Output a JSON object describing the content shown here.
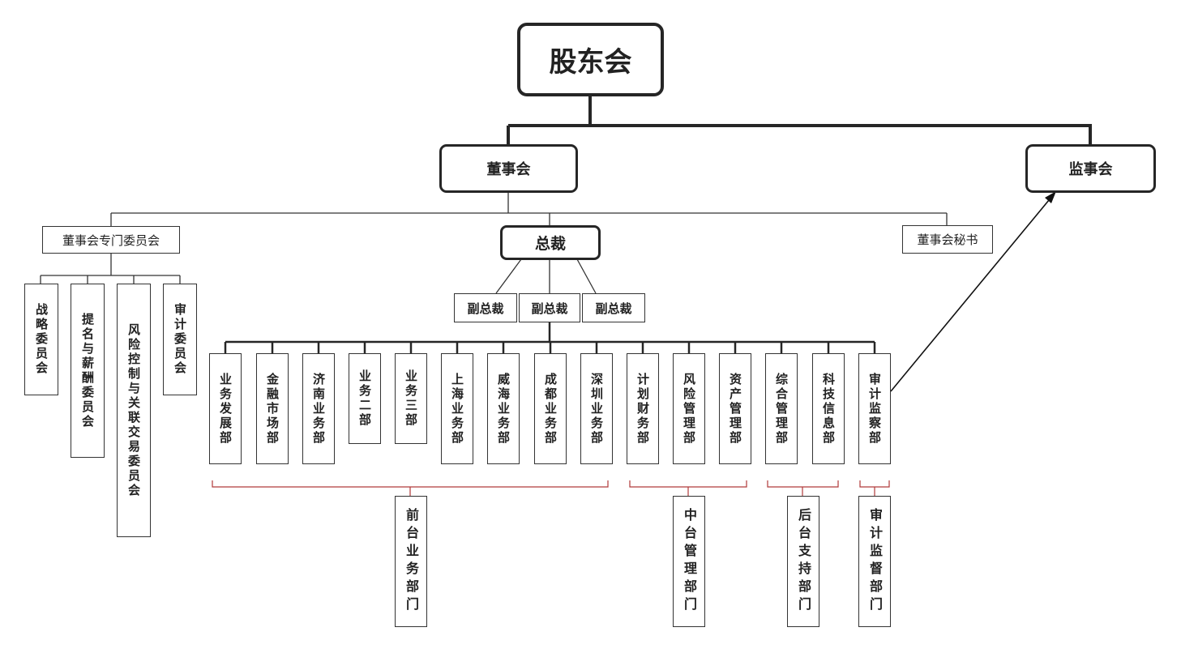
{
  "top": "股东会",
  "board": "董事会",
  "supervisory_board": "监事会",
  "board_committees": "董事会专门委员会",
  "board_secretary": "董事会秘书",
  "president": "总裁",
  "vice_presidents": [
    "副总裁",
    "副总裁",
    "副总裁"
  ],
  "committees": [
    "战略委员会",
    "提名与薪酬委员会",
    "风险控制与关联交易委员会",
    "审计委员会"
  ],
  "departments": [
    "业务发展部",
    "金融市场部",
    "济南业务部",
    "业务二部",
    "业务三部",
    "上海业务部",
    "威海业务部",
    "成都业务部",
    "深圳业务部",
    "计划财务部",
    "风险管理部",
    "资产管理部",
    "综合管理部",
    "科技信息部",
    "审计监察部"
  ],
  "groups": [
    "前台业务部门",
    "中台管理部门",
    "后台支持部门",
    "审计监督部门"
  ],
  "colors": {
    "line": "#262626",
    "bracket": "#b03a3a"
  }
}
